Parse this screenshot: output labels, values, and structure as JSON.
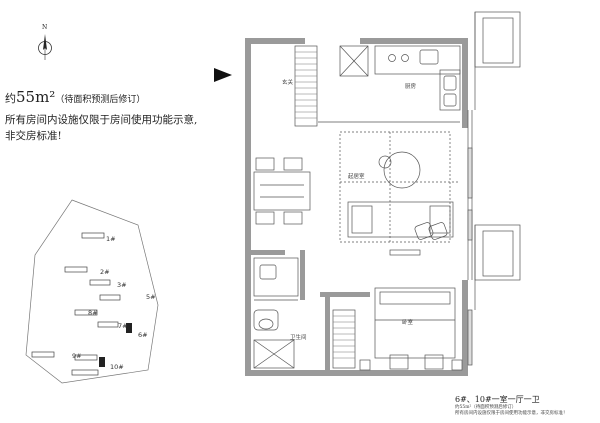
{
  "north_label": "N",
  "area": {
    "prefix": "约",
    "value": "55m²",
    "note": "（待面积预测后修订）"
  },
  "disclaimer": {
    "line1": "所有房间内设施仅限于房间使用功能示意,",
    "line2": "非交房标准!"
  },
  "site_plan": {
    "buildings": [
      "1#",
      "2#",
      "3#",
      "5#",
      "6#",
      "7#",
      "8#",
      "9#",
      "10#"
    ]
  },
  "rooms": {
    "storage": "玄关",
    "kitchen": "厨房",
    "living": "起居室",
    "bathroom": "卫生间",
    "bedroom": "卧室"
  },
  "caption": {
    "title": "6#、10#一室一厅一卫",
    "sub1": "约55m²（待面积预测后修订）",
    "sub2": "所有房间内设施仅限于房间使用功能示意，非交房标准！"
  },
  "colors": {
    "wall": "#9a9a9a",
    "line": "#555555",
    "ink": "#222222"
  }
}
